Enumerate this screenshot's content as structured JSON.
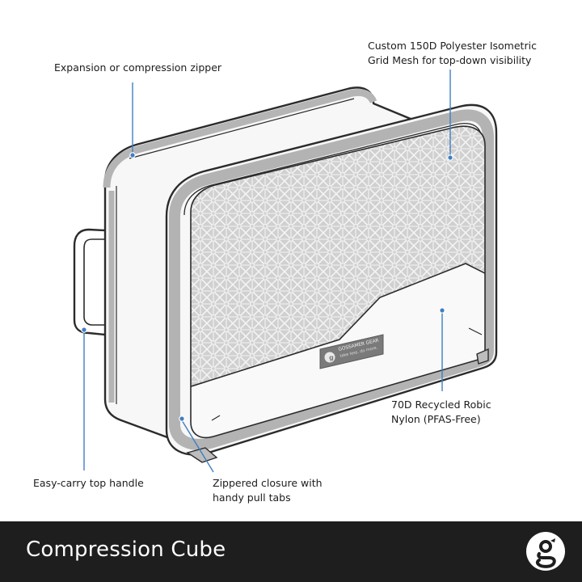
{
  "callouts": {
    "zipper": "Expansion or compression zipper",
    "mesh_line1": "Custom 150D Polyester Isometric",
    "mesh_line2": "Grid Mesh for top-down visibility",
    "nylon_line1": "70D Recycled Robic",
    "nylon_line2": "Nylon (PFAS-Free)",
    "handle": "Easy-carry top handle",
    "closure_line1": "Zippered closure with",
    "closure_line2": "handy pull tabs"
  },
  "label_patch": {
    "brand": "GOSSAMER GEAR",
    "tagline": "take less. do more."
  },
  "footer": {
    "title": "Compression Cube",
    "logo_icon": "gossamer-gear-g-logo-icon"
  },
  "colors": {
    "outline": "#2b2b2b",
    "callout_line": "#3f7fc0",
    "zipper_band": "#b7b7b7",
    "mesh_fill": "#cfcfcf",
    "footer_bg": "#1e1e1e"
  }
}
